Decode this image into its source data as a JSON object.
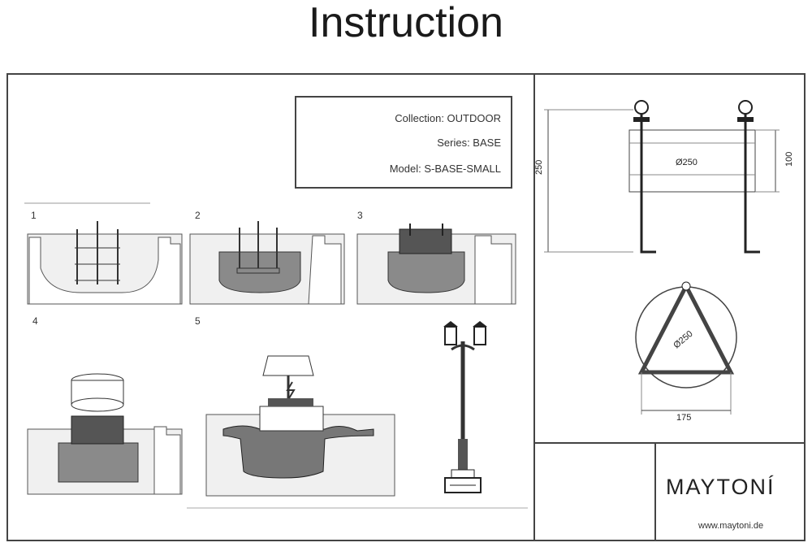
{
  "title": "Instruction",
  "info": {
    "collection": "Collection: OUTDOOR",
    "series": "Series: BASE",
    "model": "Model: S-BASE-SMALL"
  },
  "steps": [
    "1",
    "2",
    "3",
    "4",
    "5"
  ],
  "dimensions": {
    "height": "250",
    "top_height": "100",
    "diameter_side": "Ø250",
    "diameter_top": "Ø250",
    "width": "175"
  },
  "brand": {
    "name": "MAYTONÍ",
    "website": "www.maytoni.de"
  },
  "colors": {
    "line": "#444444",
    "concrete": "#8a8a8a",
    "soil": "#e6e6e6"
  }
}
